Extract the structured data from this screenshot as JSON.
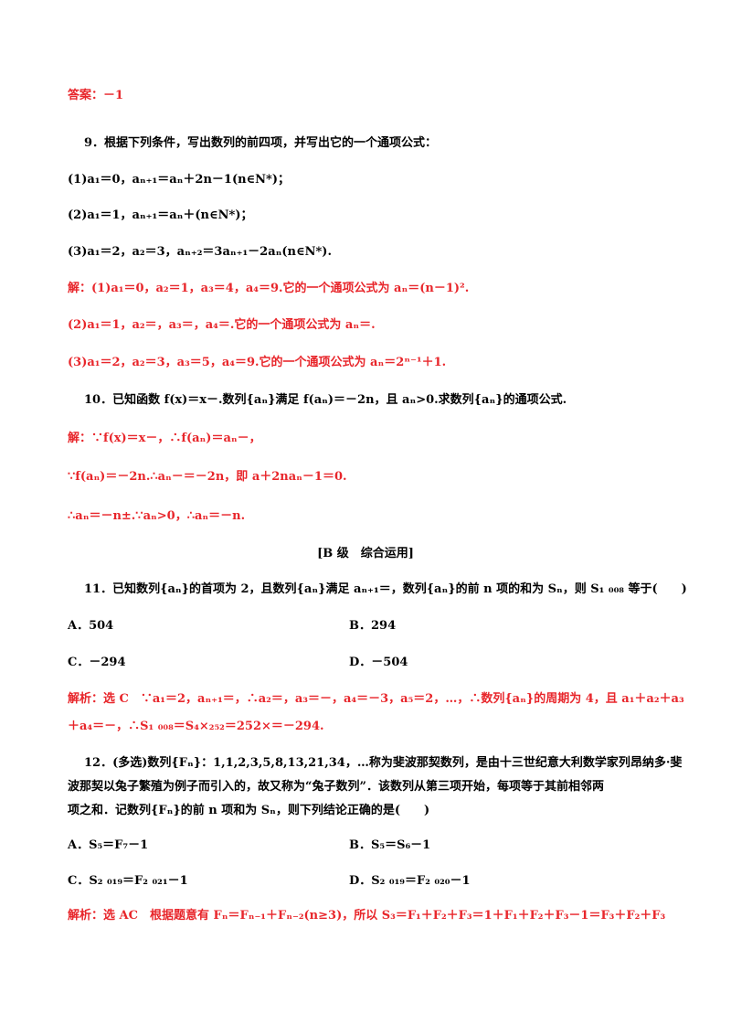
{
  "answer_prev": "答案：－1",
  "q9": {
    "stem": "9．根据下列条件，写出数列的前四项，并写出它的一个通项公式：",
    "c1": "(1)a₁＝0，aₙ₊₁＝aₙ＋2n－1(n∈N*)；",
    "c2": "(2)a₁＝1，aₙ₊₁＝aₙ＋(n∈N*)；",
    "c3": "(3)a₁＝2，a₂＝3，aₙ₊₂＝3aₙ₊₁－2aₙ(n∈N*).",
    "s1": "解：(1)a₁＝0，a₂＝1，a₃＝4，a₄＝9.它的一个通项公式为 aₙ＝(n－1)².",
    "s2": "(2)a₁＝1，a₂＝，a₃＝，a₄＝.它的一个通项公式为 aₙ＝.",
    "s3": "(3)a₁＝2，a₂＝3，a₃＝5，a₄＝9.它的一个通项公式为 aₙ＝2ⁿ⁻¹＋1."
  },
  "q10": {
    "stem": "10．已知函数 f(x)＝x－.数列{aₙ}满足 f(aₙ)＝－2n，且 aₙ>0.求数列{aₙ}的通项公式.",
    "s1": "解：∵f(x)＝x－，∴f(aₙ)＝aₙ－，",
    "s2": "∵f(aₙ)＝－2n.∴aₙ－＝－2n，即 a＋2naₙ－1＝0.",
    "s3": "∴aₙ＝－n±.∵aₙ>0，∴aₙ＝－n."
  },
  "section_b": "[B 级　综合运用]",
  "q11": {
    "stem": "11．已知数列{aₙ}的首项为 2，且数列{aₙ}满足 aₙ₊₁＝，数列{aₙ}的前 n 项的和为 Sₙ，则 S₁ ₀₀₈ 等于(　　)",
    "optA": "A．504",
    "optB": "B．294",
    "optC": "C．－294",
    "optD": "D．－504",
    "s1": "解析：选 C　∵a₁＝2，aₙ₊₁＝，∴a₂＝，a₃＝－，a₄＝－3，a₅＝2，…，∴数列{aₙ}的周期为 4，且 a₁＋a₂＋a₃",
    "s2": "＋a₄＝－，∴S₁ ₀₀₈＝S₄×₂₅₂＝252×＝－294."
  },
  "q12": {
    "stem1": "12．(多选)数列{Fₙ}：1,1,2,3,5,8,13,21,34，…称为斐波那契数列，是由十三世纪意大利数学家列昂纳多·斐",
    "stem2": "波那契以兔子繁殖为例子而引入的，故又称为“兔子数列”．该数列从第三项开始，每项等于其前相邻两",
    "stem3": "项之和．记数列{Fₙ}的前 n 项和为 Sₙ，则下列结论正确的是(　　)",
    "optA": "A．S₅＝F₇－1",
    "optB": "B．S₅＝S₆－1",
    "optC": "C．S₂ ₀₁₉＝F₂ ₀₂₁－1",
    "optD": "D．S₂ ₀₁₉＝F₂ ₀₂₀－1",
    "s1": "解析：选 AC　根据题意有 Fₙ＝Fₙ₋₁＋Fₙ₋₂(n≥3)，所以 S₃＝F₁＋F₂＋F₃＝1＋F₁＋F₂＋F₃－1＝F₃＋F₂＋F₃"
  }
}
